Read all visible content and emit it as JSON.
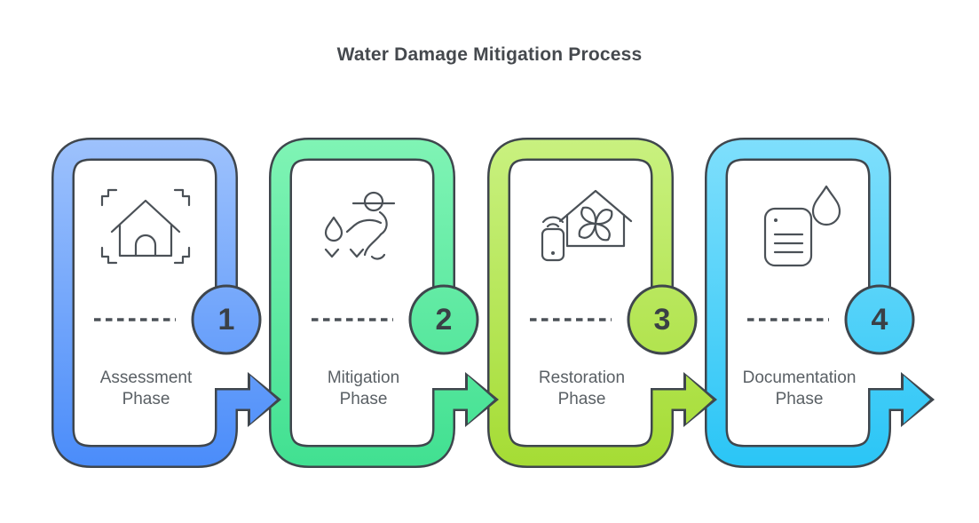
{
  "title": "Water Damage Mitigation Process",
  "outline_color": "#3F464D",
  "text_colors": {
    "title": "#45494E",
    "label": "#5A6065",
    "number": "#3A4046",
    "dash": "#4B5157",
    "icon_stroke": "#4B5157"
  },
  "steps": [
    {
      "number": "1",
      "label": "Assessment Phase",
      "label_lines": [
        "Assessment",
        "Phase"
      ],
      "icon": "house-assessment-icon",
      "color_top": "#9EC2FC",
      "color_bottom": "#4A8CFA"
    },
    {
      "number": "2",
      "label": "Mitigation Phase",
      "label_lines": [
        "Mitigation",
        "Phase"
      ],
      "icon": "water-extraction-icon",
      "color_top": "#80F4B5",
      "color_bottom": "#41E091"
    },
    {
      "number": "3",
      "label": "Restoration Phase",
      "label_lines": [
        "Restoration",
        "Phase"
      ],
      "icon": "smart-drying-fan-icon",
      "color_top": "#C9F180",
      "color_bottom": "#A5DC34"
    },
    {
      "number": "4",
      "label": "Documentation Phase",
      "label_lines": [
        "Documentation",
        "Phase"
      ],
      "icon": "document-droplet-icon",
      "color_top": "#7FDFFC",
      "color_bottom": "#2AC5F6"
    }
  ]
}
